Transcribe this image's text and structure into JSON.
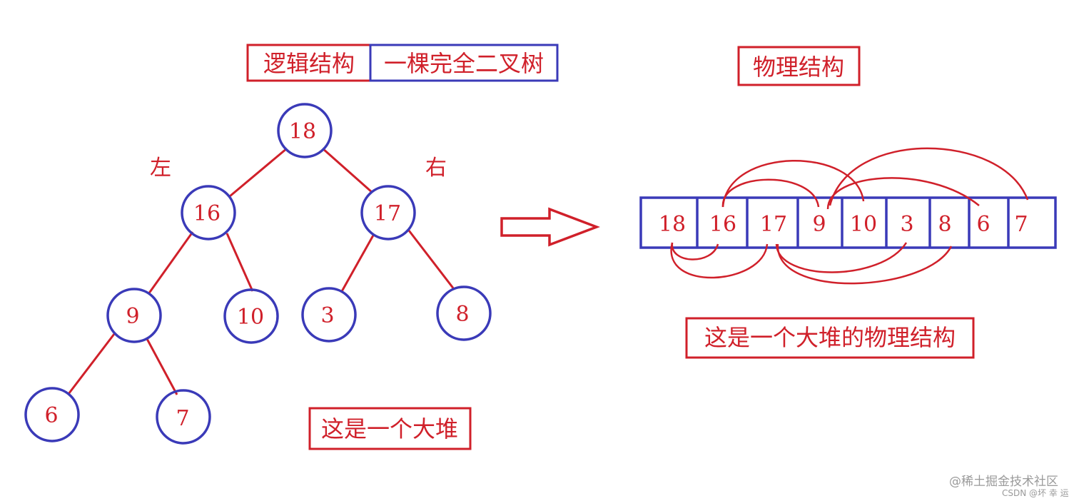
{
  "labels": {
    "logical_structure": "逻辑结构",
    "complete_binary_tree": "一棵完全二叉树",
    "physical_structure": "物理结构",
    "left": "左",
    "right": "右",
    "is_big_heap": "这是一个大堆",
    "physical_of_big_heap": "这是一个大堆的物理结构"
  },
  "tree": {
    "nodes": [
      "18",
      "16",
      "17",
      "9",
      "10",
      "3",
      "8",
      "6",
      "7"
    ]
  },
  "array": {
    "cells": [
      "18",
      "16",
      "17",
      "9",
      "10",
      "3",
      "8",
      "6",
      "7"
    ]
  },
  "watermark": {
    "line1": "@稀土掘金技术社区",
    "line2": "CSDN @坏 幸 运"
  },
  "colors": {
    "red": "#d0202a",
    "blue": "#3a3ab8"
  }
}
